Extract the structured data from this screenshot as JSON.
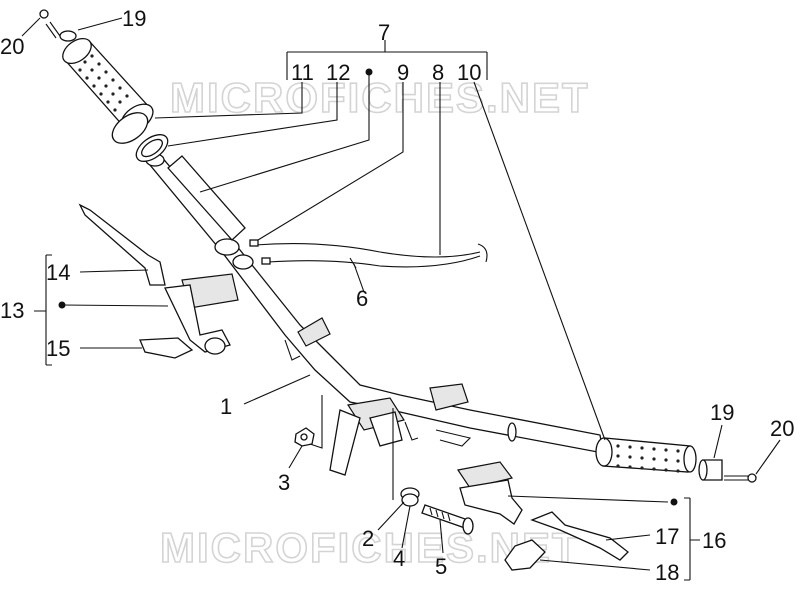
{
  "watermarks": [
    "MICROFICHES.NET",
    "MICROFICHES.NET"
  ],
  "callouts": {
    "c1": "1",
    "c2": "2",
    "c3": "3",
    "c4": "4",
    "c5": "5",
    "c6": "6",
    "c7": "7",
    "c8": "8",
    "c9": "9",
    "c10": "10",
    "c11": "11",
    "c12": "12",
    "c13": "13",
    "c14": "14",
    "c15": "15",
    "c16": "16",
    "c17": "17",
    "c18": "18",
    "c19_left": "19",
    "c19_right": "19",
    "c20_left": "20",
    "c20_right": "20"
  }
}
